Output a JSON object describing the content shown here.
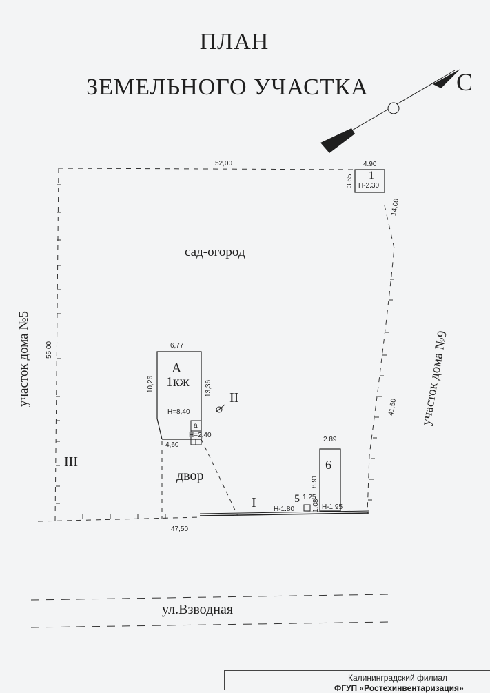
{
  "title": {
    "line1": "ПЛАН",
    "line2": "ЗЕМЕЛЬНОГО УЧАСТКА"
  },
  "north": {
    "label": "С"
  },
  "dimensions": {
    "top": "52,00",
    "left": "55,00",
    "bottom": "47,50",
    "right_upper": "14,00",
    "right_lower": "41,50",
    "shed_width": "4.90",
    "shed_depth": "3.65",
    "house_width": "6,77",
    "house_left": "10,26",
    "house_right": "13,36",
    "house_bottom": "4,60",
    "bldg6_width": "2.89",
    "bldg6_depth": "8.91",
    "item5_width": "1.25",
    "item5_depth": "1.08"
  },
  "buildings": {
    "shed": {
      "number": "1",
      "height": "Н-2.30"
    },
    "house": {
      "letter": "А",
      "type": "1кж",
      "height": "Н=8,40"
    },
    "annex": {
      "letter": "а",
      "height": "Н=2,40"
    },
    "bldg6": {
      "number": "6",
      "height": "Н-1.95"
    },
    "item5": {
      "number": "5",
      "height": "Н-1.80"
    }
  },
  "zones": {
    "garden": "сад-огород",
    "yard": "двор",
    "roman1": "I",
    "roman2": "II",
    "roman3": "III"
  },
  "neighbors": {
    "left": "участок дома №5",
    "right": "участок дома №9"
  },
  "street": "ул.Взводная",
  "stamp": {
    "line1": "Калининградский филиал",
    "line2": "ФГУП «Ростехинвентаризация»"
  }
}
